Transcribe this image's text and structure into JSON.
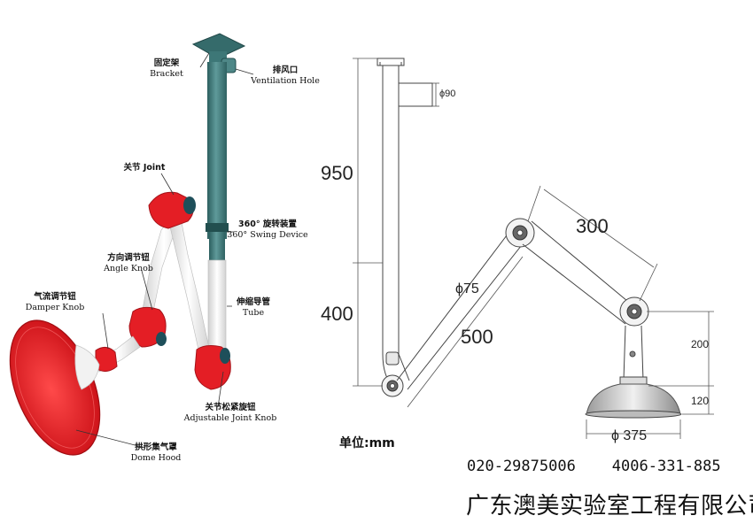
{
  "labels": {
    "bracket": {
      "zh": "固定架",
      "en": "Bracket"
    },
    "ventilation": {
      "zh": "排风口",
      "en": "Ventilation Hole"
    },
    "joint": {
      "zh": "关节 Joint"
    },
    "swing": {
      "zh": "360°  旋转装置",
      "en": "360°  Swing Device"
    },
    "angle_knob": {
      "zh": "方向调节钮",
      "en": "Angle Knob"
    },
    "damper_knob": {
      "zh": "气流调节钮",
      "en": "Damper Knob"
    },
    "tube": {
      "zh": "伸缩导管",
      "en": "Tube"
    },
    "adjustable_knob": {
      "zh": "关节松紧旋钮",
      "en": "Adjustable Joint Knob"
    },
    "dome_hood": {
      "zh": "拱形集气罩",
      "en": "Dome Hood"
    }
  },
  "dimensions": {
    "d950": "950",
    "d400": "400",
    "d90": "ϕ90",
    "d300": "300",
    "d75": "ϕ75",
    "d500": "500",
    "d200": "200",
    "d120": "120",
    "d375": "ϕ 375"
  },
  "unit": "单位:mm",
  "contact": {
    "phone1": "020-29875006",
    "phone2": "4006-331-885",
    "company": "广东澳美实验室工程有限公司"
  },
  "colors": {
    "red": "#e41e25",
    "pipe_teal": "#3d7777",
    "arm_white": "#f4f4f4"
  }
}
